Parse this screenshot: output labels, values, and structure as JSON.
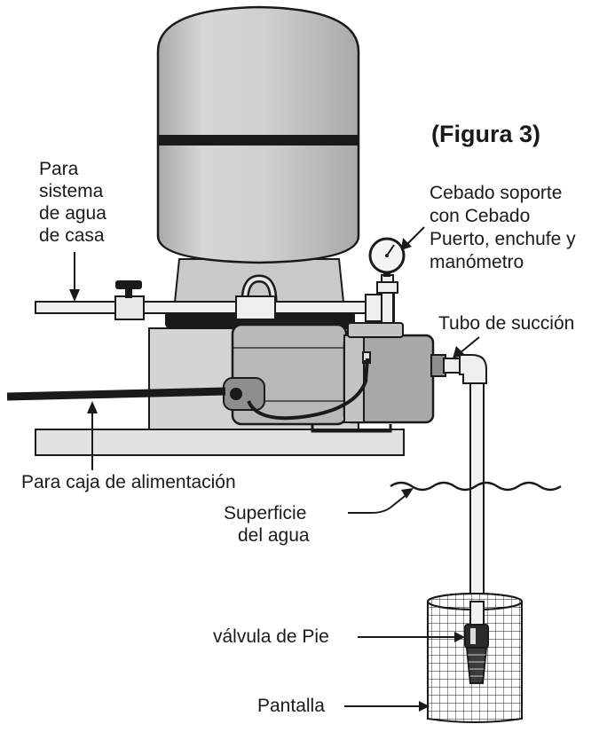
{
  "figure": {
    "title": "(Figura 3)"
  },
  "labels": {
    "house_supply": [
      "Para",
      "sistema",
      "de agua",
      "de casa"
    ],
    "priming": [
      "Cebado soporte",
      "con Cebado",
      "Puerto, enchufe y",
      "manómetro"
    ],
    "suction_pipe": "Tubo de succión",
    "power_box": "Para caja de alimentación",
    "water_surface": [
      "Superficie",
      "del agua"
    ],
    "foot_valve": "válvula de Pie",
    "screen": "Pantalla"
  },
  "colors": {
    "tank": "#cfcfcf",
    "tank_shade": "#a9a9a9",
    "base": "#d9d9d9",
    "pump": "#b6b6b6",
    "line": "#1a1a1a",
    "pipe": "#eeeeee"
  }
}
